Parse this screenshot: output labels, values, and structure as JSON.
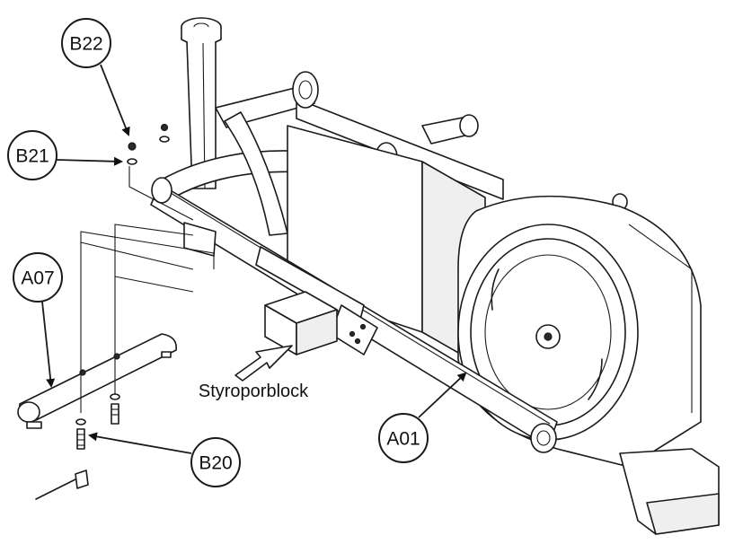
{
  "callouts": {
    "b22": "B22",
    "b21": "B21",
    "a07": "A07",
    "b20": "B20",
    "a01": "A01"
  },
  "labels": {
    "styroporblock": "Styroporblock"
  }
}
